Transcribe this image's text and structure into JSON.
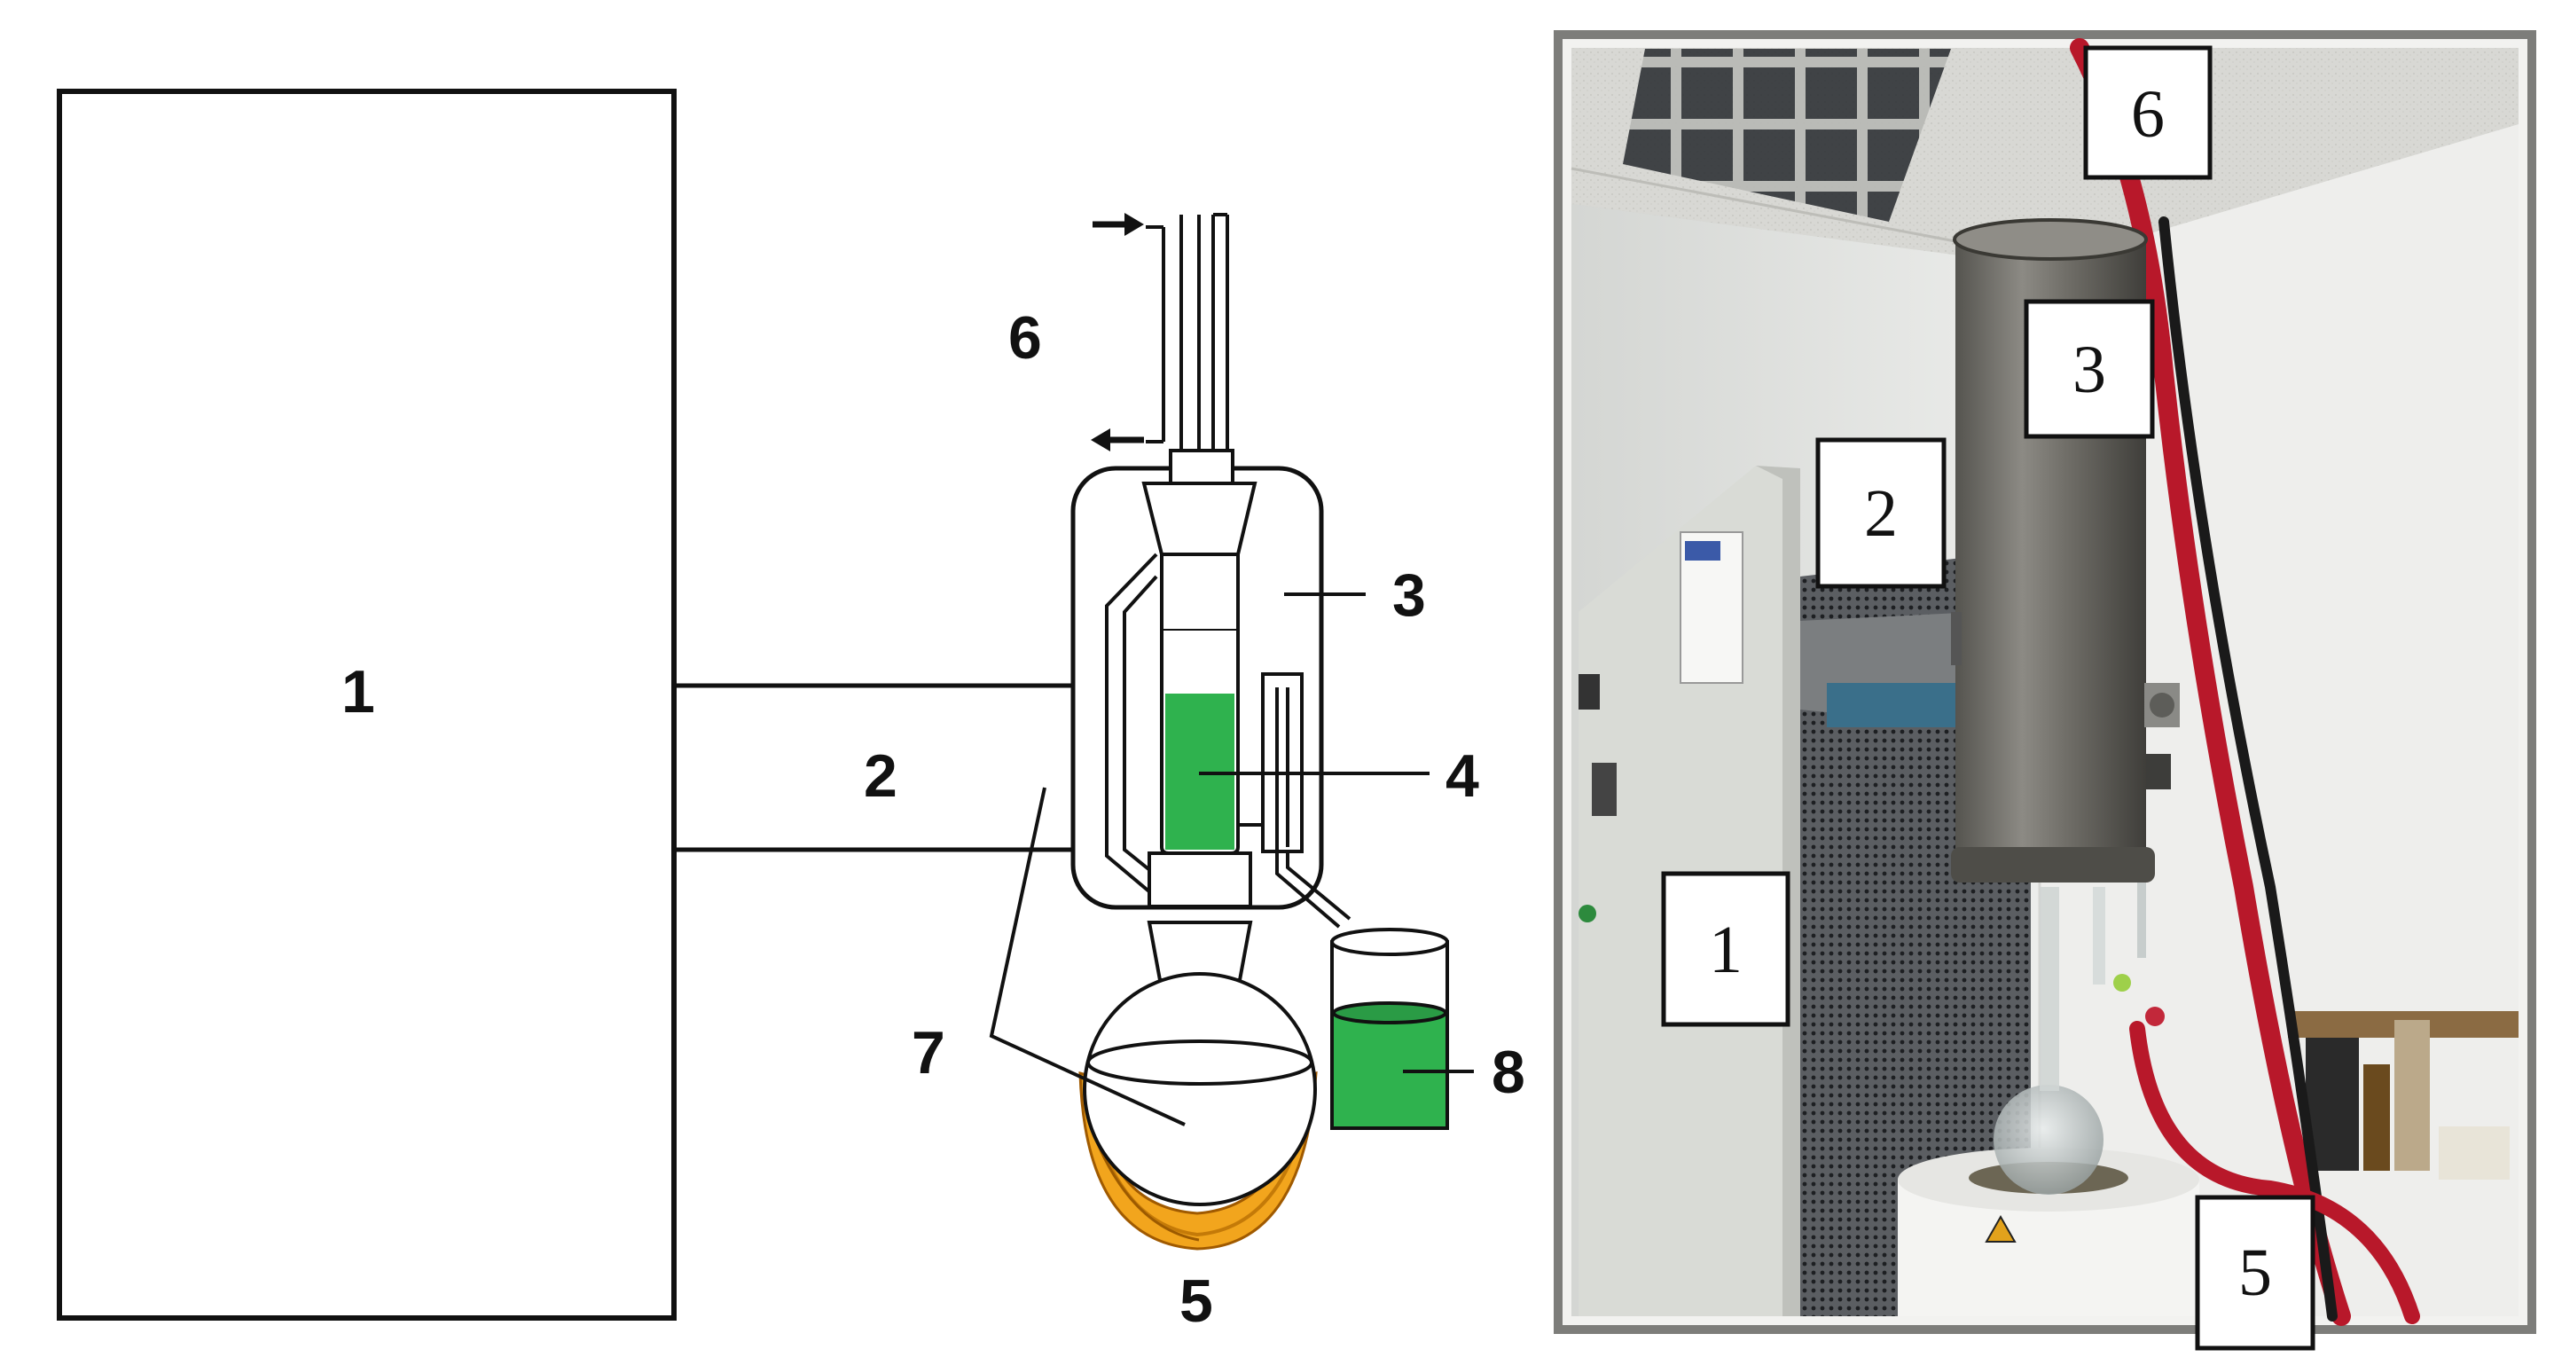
{
  "schematic": {
    "labels": {
      "l1": "1",
      "l2": "2",
      "l3": "3",
      "l4": "4",
      "l5": "5",
      "l6": "6",
      "l7": "7",
      "l8": "8"
    }
  },
  "photo": {
    "labels": {
      "p1": "1",
      "p2": "2",
      "p3": "3",
      "p5": "5",
      "p6": "6"
    }
  },
  "colors": {
    "liquid_green": "#2fb24e",
    "heating_mantle": "#f2a51d",
    "hose_red": "#b8182a",
    "column_steel": "#6d6b66",
    "cabinet": "#d9dbd6"
  }
}
